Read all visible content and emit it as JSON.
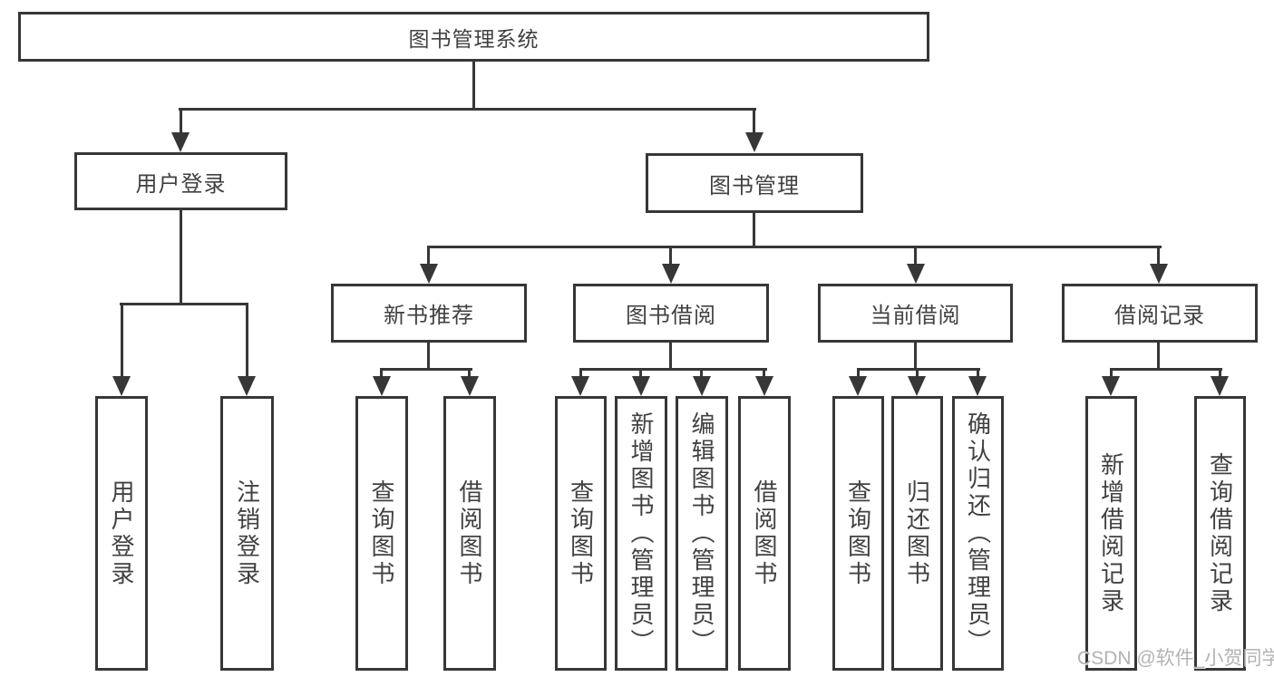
{
  "colors": {
    "line": "#373737",
    "text": "#414141",
    "watermark": "#b3b3b3",
    "background": "#ffffff"
  },
  "tree": {
    "root": {
      "label": "图书管理系统",
      "children": [
        {
          "label": "用户登录",
          "children": [
            {
              "label": "用户登录"
            },
            {
              "label": "注销登录"
            }
          ]
        },
        {
          "label": "图书管理",
          "children": [
            {
              "label": "新书推荐",
              "children": [
                {
                  "label": "查询图书"
                },
                {
                  "label": "借阅图书"
                }
              ]
            },
            {
              "label": "图书借阅",
              "children": [
                {
                  "label": "查询图书"
                },
                {
                  "label": "新增图书（管理员）"
                },
                {
                  "label": "编辑图书（管理员）"
                },
                {
                  "label": "借阅图书"
                }
              ]
            },
            {
              "label": "当前借阅",
              "children": [
                {
                  "label": "查询图书"
                },
                {
                  "label": "归还图书"
                },
                {
                  "label": "确认归还（管理员）"
                }
              ]
            },
            {
              "label": "借阅记录",
              "children": [
                {
                  "label": "新增借阅记录"
                },
                {
                  "label": "查询借阅记录"
                }
              ]
            }
          ]
        }
      ]
    }
  },
  "watermark": {
    "text": "CSDN @软件_小贺同学"
  }
}
